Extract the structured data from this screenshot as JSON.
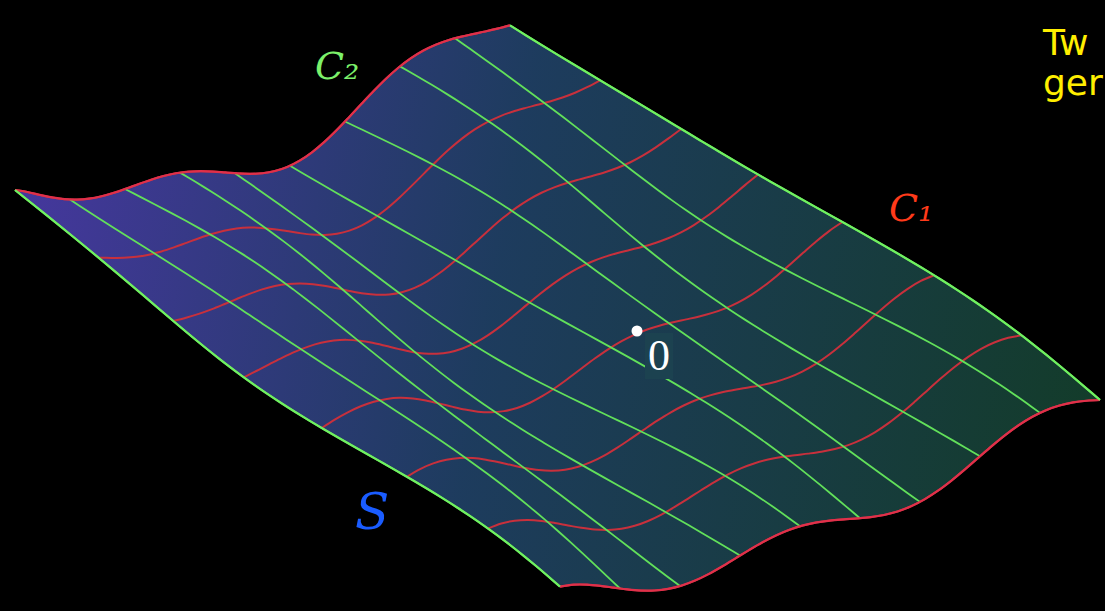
{
  "diagram": {
    "labels": [
      "C₂",
      "C₁",
      "0",
      "S",
      "Tw",
      "ger"
    ]
  }
}
